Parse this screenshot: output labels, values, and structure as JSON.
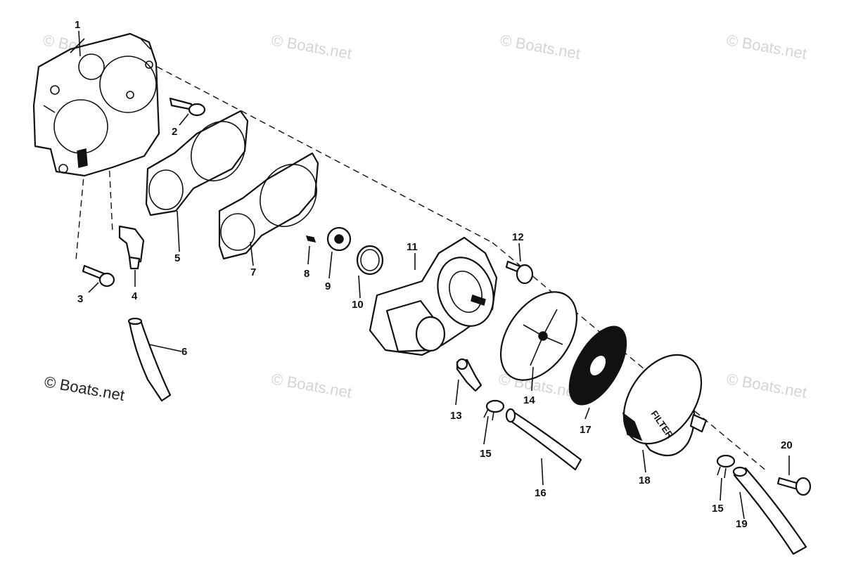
{
  "watermarks": [
    "© Boats.net",
    "© Boats.net",
    "© Boats.net",
    "© Boats.net",
    "© Boats.net",
    "© Boats.net",
    "© Boats.net",
    "© Boats.net"
  ],
  "filter_label": "FILTER",
  "callouts": [
    "1",
    "2",
    "3",
    "4",
    "5",
    "6",
    "7",
    "8",
    "9",
    "10",
    "11",
    "12",
    "13",
    "14",
    "15",
    "16",
    "17",
    "18",
    "15",
    "19",
    "20"
  ]
}
